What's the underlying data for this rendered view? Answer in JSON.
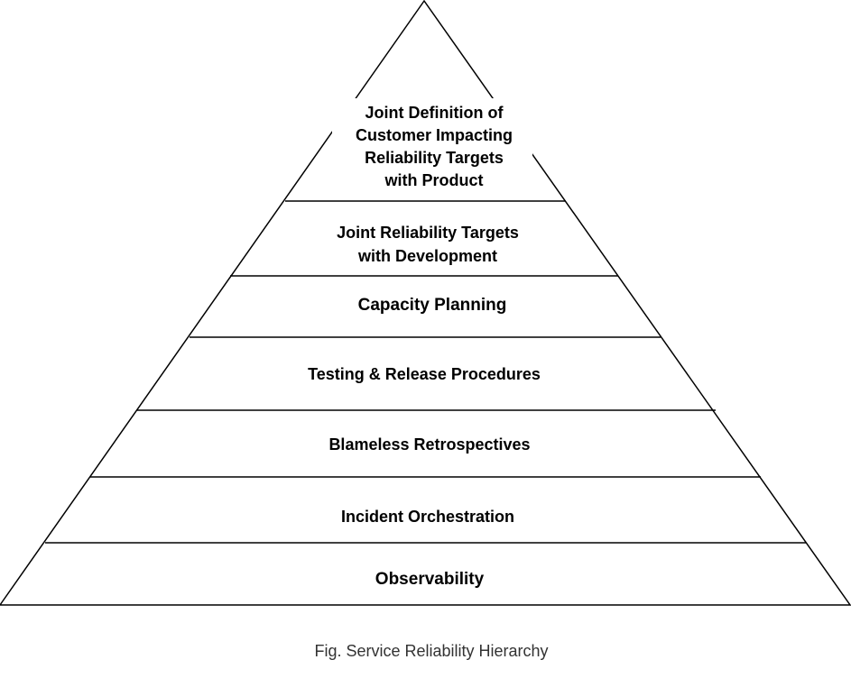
{
  "diagram": {
    "levels": [
      {
        "lines": [
          "Joint Definition of",
          "Customer Impacting",
          "Reliability Targets",
          "with Product"
        ]
      },
      {
        "lines": [
          "Joint Reliability Targets",
          "with Development"
        ]
      },
      {
        "lines": [
          "Capacity Planning"
        ]
      },
      {
        "lines": [
          "Testing & Release Procedures"
        ]
      },
      {
        "lines": [
          "Blameless Retrospectives"
        ]
      },
      {
        "lines": [
          "Incident Orchestration"
        ]
      },
      {
        "lines": [
          "Observability"
        ]
      }
    ],
    "caption": "Fig. Service Reliability Hierarchy"
  }
}
